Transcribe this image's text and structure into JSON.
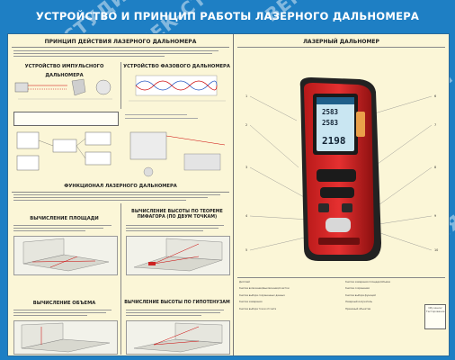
{
  "title": "УСТРОЙСТВО И ПРИНЦИП РАБОТЫ ЛАЗЕРНОГО ДАЛЬНОМЕРА",
  "watermark": "ВЕК-СТУДИЯ",
  "left": {
    "principle_header": "ПРИНЦИП ДЕЙСТВИЯ ЛАЗЕРНОГО ДАЛЬНОМЕРА",
    "pulse_header": "УСТРОЙСТВО ИМПУЛЬСНОГО ДАЛЬНОМЕРА",
    "phase_header": "УСТРОЙСТВО ФАЗОВОГО ДАЛЬНОМЕРА",
    "functional_header": "ФУНКЦИОНАЛ ЛАЗЕРНОГО ДАЛЬНОМЕРА",
    "area_header": "ВЫЧИСЛЕНИЕ ПЛОЩАДИ",
    "pythag_header": "ВЫЧИСЛЕНИЕ ВЫСОТЫ ПО ТЕОРЕМЕ ПИФАГОРА (ПО ДВУМ ТОЧКАМ)",
    "volume_header": "ВЫЧИСЛЕНИЕ ОБЪЕМА",
    "hypot_header": "ВЫЧИСЛЕНИЕ ВЫСОТЫ ПО ГИПОТЕНУЗАМ"
  },
  "right": {
    "device_header": "ЛАЗЕРНЫЙ ДАЛЬНОМЕР",
    "display_lines": [
      "2583",
      "2583",
      "2198"
    ],
    "legend_left": [
      "Дисплей",
      "Кнопка включения/выключения/очистки",
      "Кнопка выбора сохраненных данных",
      "Кнопка измерения",
      "Кнопка выбора точки отсчета"
    ],
    "legend_right": [
      "Кнопка измерения площади/объема",
      "Кнопка сохранения",
      "Кнопка выбора функций",
      "Лазерный излучатель",
      "Приемный объектив"
    ],
    "legend_box": "Обучение/Тестирование"
  }
}
